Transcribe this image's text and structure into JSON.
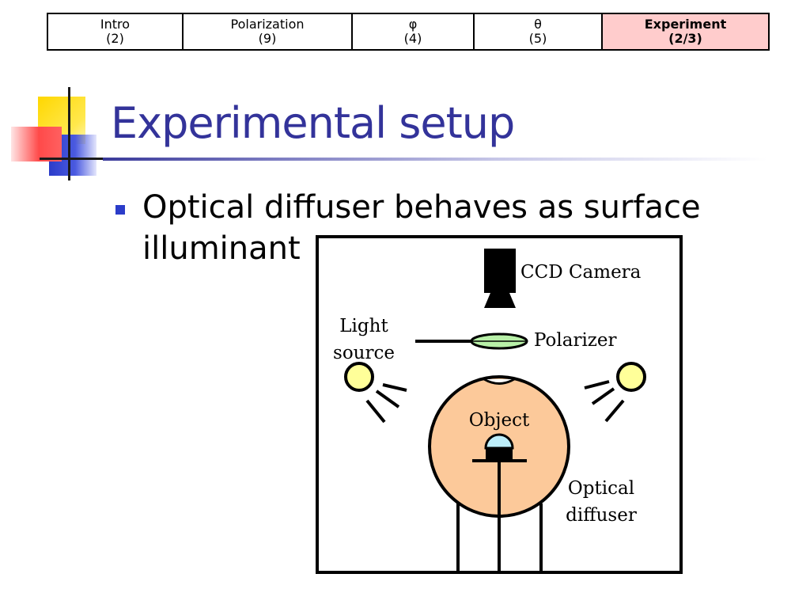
{
  "nav": {
    "items": [
      {
        "label": "Intro",
        "count": "(2)",
        "active": false
      },
      {
        "label": "Polarization",
        "count": "(9)",
        "active": false
      },
      {
        "label": "φ",
        "count": "(4)",
        "active": false
      },
      {
        "label": "θ",
        "count": "(5)",
        "active": false
      },
      {
        "label": "Experiment",
        "count": "(2/3)",
        "active": true
      }
    ]
  },
  "slide": {
    "title": "Experimental setup",
    "bullets": [
      "Optical diffuser behaves as surface illuminant"
    ]
  },
  "diagram": {
    "labels": {
      "camera": "CCD Camera",
      "light_source_line1": "Light",
      "light_source_line2": "source",
      "polarizer": "Polarizer",
      "object": "Object",
      "diffuser_line1": "Optical",
      "diffuser_line2": "diffuser"
    }
  },
  "colors": {
    "title": "#33339a",
    "bullet": "#2b3cc9",
    "nav_active": "#ffcccc",
    "diffuser": "#fcc99a",
    "polarizer": "#b8f0a8",
    "light": "#ffff99",
    "object_dome": "#bdeefa"
  }
}
